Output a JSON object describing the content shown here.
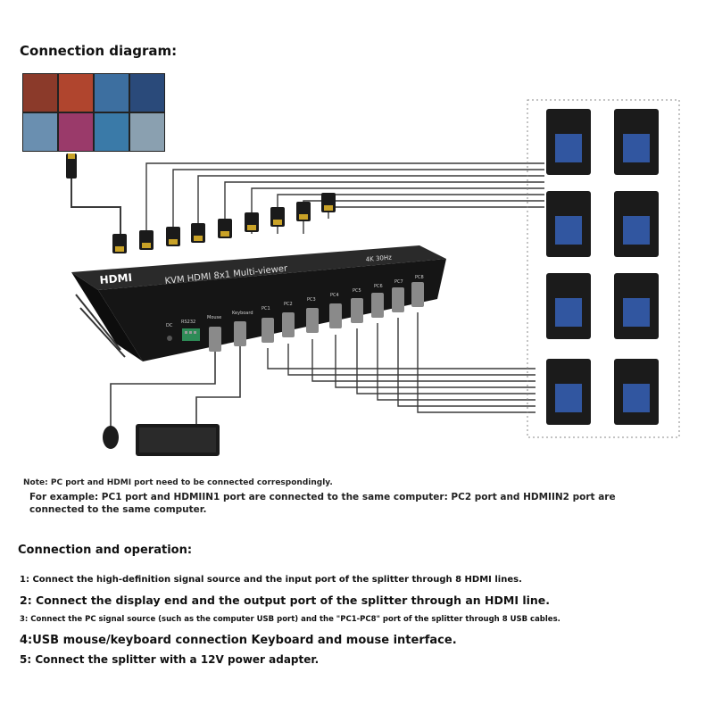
{
  "title": "Connection diagram:",
  "device": {
    "brand": "HDMI",
    "model": "KVM  HDMI 8x1 Multi-viewer",
    "tag": "4K 30Hz",
    "port_labels": [
      "DC",
      "RS232",
      "Mouse",
      "Keyboard",
      "PC1",
      "PC2",
      "PC3",
      "PC4",
      "PC5",
      "PC6",
      "PC7",
      "PC8"
    ]
  },
  "computers_count": 8,
  "note": {
    "line1": "Note: PC port and HDMI port need to be connected correspondingly.",
    "line2": "For example: PC1 port and HDMIIN1 port are connected to the same computer: PC2 port and HDMIIN2 port are",
    "line3": "connected to the same computer."
  },
  "operation": {
    "heading": "Connection and operation:",
    "steps": [
      "1: Connect the high-definition signal source and the input port of the splitter through 8 HDMI lines.",
      "2: Connect the display end and the output port of the splitter through an HDMI line.",
      "3: Connect the PC signal source (such as the computer USB port) and the \"PC1-PC8\" port of the splitter through 8 USB cables.",
      "4:USB mouse/keyboard connection Keyboard and mouse interface.",
      "5: Connect the splitter with a 12V power adapter."
    ]
  },
  "colors": {
    "device": "#151515",
    "cable": "#3a3a3a",
    "connector": "#c9a227",
    "computer_glow": "#3b6fd8"
  }
}
